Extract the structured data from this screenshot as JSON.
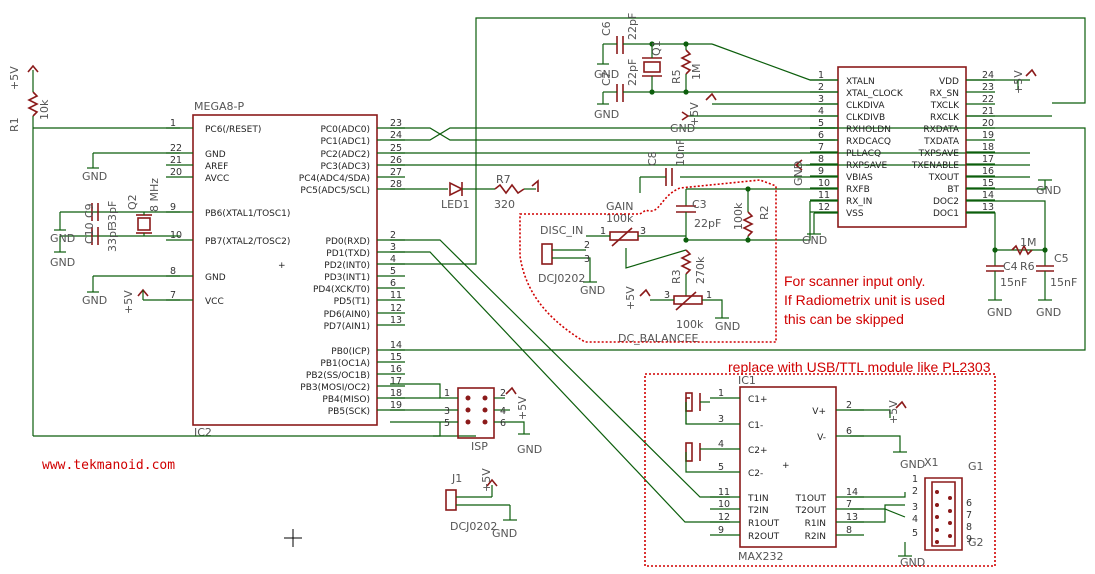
{
  "components": {
    "r1": {
      "name": "R1",
      "value": "10k"
    },
    "supply": "+5V",
    "ground": "GND",
    "mega8": {
      "name": "MEGA8-P",
      "part": "IC2",
      "left_pins": [
        {
          "num": "1",
          "label": "PC6(/RESET)"
        },
        {
          "num": "22",
          "label": "GND"
        },
        {
          "num": "21",
          "label": "AREF"
        },
        {
          "num": "20",
          "label": "AVCC"
        },
        {
          "num": "9",
          "label": "PB6(XTAL1/TOSC1)"
        },
        {
          "num": "10",
          "label": "PB7(XTAL2/TOSC2)"
        },
        {
          "num": "8",
          "label": "GND"
        },
        {
          "num": "7",
          "label": "VCC"
        }
      ],
      "right_pins": [
        {
          "num": "23",
          "label": "PC0(ADC0)"
        },
        {
          "num": "24",
          "label": "PC1(ADC1)"
        },
        {
          "num": "25",
          "label": "PC2(ADC2)"
        },
        {
          "num": "26",
          "label": "PC3(ADC3)"
        },
        {
          "num": "27",
          "label": "PC4(ADC4/SDA)"
        },
        {
          "num": "28",
          "label": "PC5(ADC5/SCL)"
        },
        {
          "num": "2",
          "label": "PD0(RXD)"
        },
        {
          "num": "3",
          "label": "PD1(TXD)"
        },
        {
          "num": "4",
          "label": "PD2(INT0)"
        },
        {
          "num": "5",
          "label": "PD3(INT1)"
        },
        {
          "num": "6",
          "label": "PD4(XCK/T0)"
        },
        {
          "num": "11",
          "label": "PD5(T1)"
        },
        {
          "num": "12",
          "label": "PD6(AIN0)"
        },
        {
          "num": "13",
          "label": "PD7(AIN1)"
        },
        {
          "num": "14",
          "label": "PB0(ICP)"
        },
        {
          "num": "15",
          "label": "PB1(OC1A)"
        },
        {
          "num": "16",
          "label": "PB2(SS/OC1B)"
        },
        {
          "num": "17",
          "label": "PB3(MOSI/OC2)"
        },
        {
          "num": "18",
          "label": "PB4(MISO)"
        },
        {
          "num": "19",
          "label": "PB5(SCK)"
        }
      ]
    },
    "c9": {
      "name": "C9",
      "value": "33pF"
    },
    "c10": {
      "name": "C10",
      "value": "33pF"
    },
    "q2": {
      "name": "Q2",
      "value": "8 MHz"
    },
    "led1": {
      "name": "LED1"
    },
    "r7": {
      "name": "R7",
      "value": "320"
    },
    "c6": {
      "name": "C6",
      "value": "22pF"
    },
    "c7": {
      "name": "C7",
      "value": "22pF"
    },
    "q1": {
      "name": "Q1"
    },
    "r5": {
      "name": "R5",
      "value": "1M"
    },
    "c8": {
      "name": "C8",
      "value": "10nF"
    },
    "c3": {
      "name": "C3",
      "value": "22pF"
    },
    "r2": {
      "name": "R2",
      "value": "100k"
    },
    "r3": {
      "name": "R3",
      "value": "270k"
    },
    "gain": {
      "name": "GAIN",
      "value": "100k"
    },
    "dcbal": {
      "name": "DC_BALANCEE",
      "value": "100k"
    },
    "disc_in": {
      "name": "DISC_IN",
      "part": "DCJ0202"
    },
    "j1": {
      "name": "J1",
      "part": "DCJ0202"
    },
    "isp": {
      "name": "ISP"
    },
    "c4": {
      "name": "C4",
      "value": "15nF"
    },
    "c5": {
      "name": "C5",
      "value": "15nF"
    },
    "r6": {
      "name": "R6",
      "value": "1M"
    },
    "cmx": {
      "left_pins": [
        {
          "num": "1",
          "label": "XTALN"
        },
        {
          "num": "2",
          "label": "XTAL_CLOCK"
        },
        {
          "num": "3",
          "label": "CLKDIVA"
        },
        {
          "num": "4",
          "label": "CLKDIVB"
        },
        {
          "num": "5",
          "label": "RXHOLDN"
        },
        {
          "num": "6",
          "label": "RXDCACQ"
        },
        {
          "num": "7",
          "label": "PLLACQ"
        },
        {
          "num": "8",
          "label": "RXPSAVE"
        },
        {
          "num": "9",
          "label": "VBIAS"
        },
        {
          "num": "10",
          "label": "RXFB"
        },
        {
          "num": "11",
          "label": "RX_IN"
        },
        {
          "num": "12",
          "label": "VSS"
        }
      ],
      "right_pins": [
        {
          "num": "24",
          "label": "VDD"
        },
        {
          "num": "23",
          "label": "RX_SN"
        },
        {
          "num": "22",
          "label": "TXCLK"
        },
        {
          "num": "21",
          "label": "RXCLK"
        },
        {
          "num": "20",
          "label": "RXDATA"
        },
        {
          "num": "19",
          "label": "TXDATA"
        },
        {
          "num": "18",
          "label": "TXPSAVE"
        },
        {
          "num": "17",
          "label": "TXENABLE"
        },
        {
          "num": "16",
          "label": "TXOUT"
        },
        {
          "num": "15",
          "label": "BT"
        },
        {
          "num": "14",
          "label": "DOC2"
        },
        {
          "num": "13",
          "label": "DOC1"
        }
      ]
    },
    "max232": {
      "name": "MAX232",
      "part": "IC1",
      "left_pins": [
        {
          "num": "1",
          "label": "C1+"
        },
        {
          "num": "3",
          "label": "C1-"
        },
        {
          "num": "4",
          "label": "C2+"
        },
        {
          "num": "5",
          "label": "C2-"
        },
        {
          "num": "11",
          "label": "T1IN"
        },
        {
          "num": "10",
          "label": "T2IN"
        },
        {
          "num": "12",
          "label": "R1OUT"
        },
        {
          "num": "9",
          "label": "R2OUT"
        }
      ],
      "right_pins": [
        {
          "num": "2",
          "label": "V+"
        },
        {
          "num": "6",
          "label": "V-"
        },
        {
          "num": "14",
          "label": "T1OUT"
        },
        {
          "num": "7",
          "label": "T2OUT"
        },
        {
          "num": "13",
          "label": "R1IN"
        },
        {
          "num": "8",
          "label": "R2IN"
        }
      ]
    },
    "x1": {
      "name": "X1",
      "g1": "G1",
      "g2": "G2",
      "left": [
        "1",
        "2",
        "3",
        "4",
        "5"
      ],
      "right": [
        "6",
        "7",
        "8",
        "9"
      ]
    }
  },
  "notes": {
    "scanner": [
      "For scanner input only.",
      "If Radiometrix unit is used",
      "this can be skipped"
    ],
    "usb": "replace with USB/TTL module like PL2303"
  },
  "footer_url": "www.tekmanoid.com",
  "colors": {
    "wire": "#0c5e0c",
    "part": "#8b1a1a",
    "note": "#d00000"
  }
}
